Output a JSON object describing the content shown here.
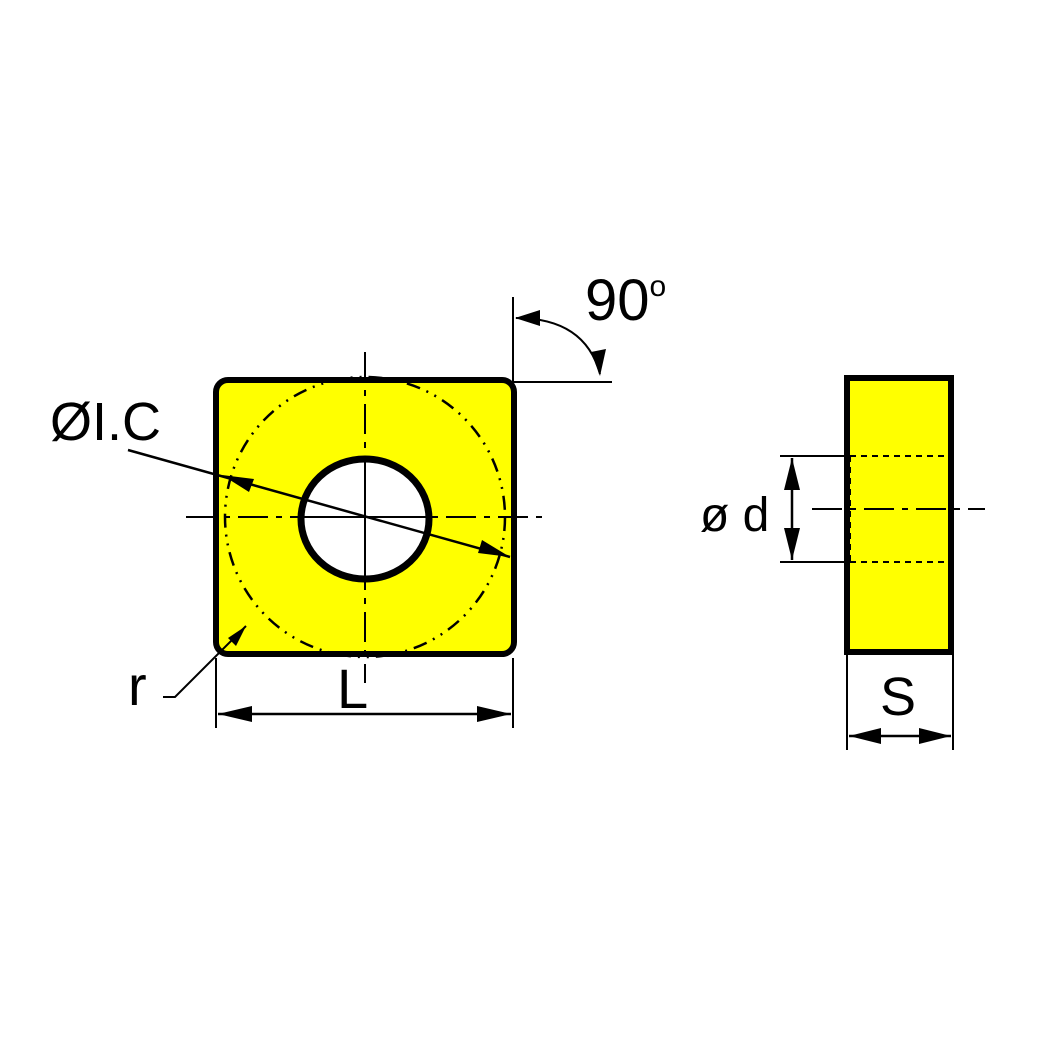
{
  "labels": {
    "angle": "90",
    "angle_unit": "o",
    "inscribed_circle": "ØI.C",
    "hole_diameter": "ø d",
    "corner_radius": "r",
    "length": "L",
    "thickness": "S"
  },
  "colors": {
    "insert_fill": "#ffff00",
    "line": "#000000",
    "background": "#ffffff"
  }
}
